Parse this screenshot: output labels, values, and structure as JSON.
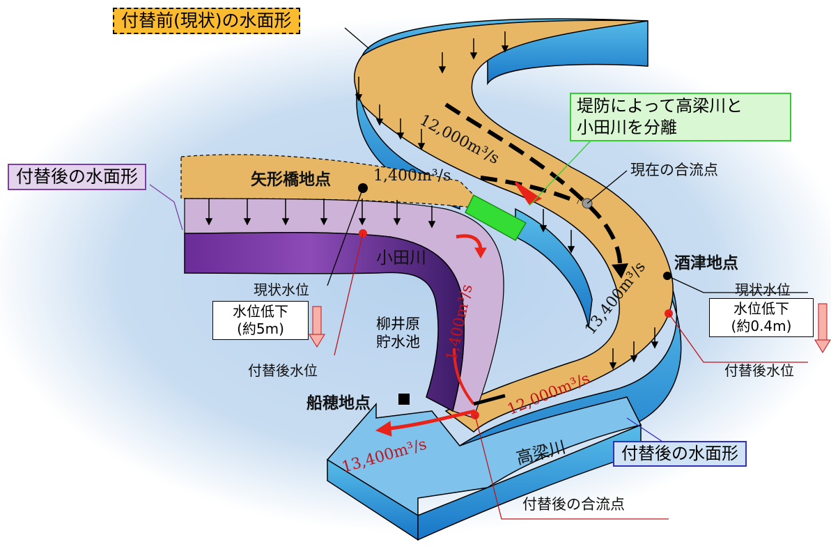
{
  "labels": {
    "before_surface": "付替前(現状)の水面形",
    "after_surface_left": "付替後の水面形",
    "after_surface_right": "付替後の水面形",
    "separation_line1": "堤防によって高梁川と",
    "separation_line2": "小田川を分離",
    "current_confluence": "現在の合流点",
    "yakatabashi": "矢形橋地点",
    "sakazu": "酒津地点",
    "funao": "船穂地点",
    "oda_river": "小田川",
    "takahashi_river": "高梁川",
    "reservoir_line1": "柳井原",
    "reservoir_line2": "貯水池",
    "current_level_left": "現状水位",
    "current_level_right": "現状水位",
    "drop_left_line1": "水位低下",
    "drop_left_line2": "(約5m)",
    "drop_right_line1": "水位低下",
    "drop_right_line2": "(約0.4m)",
    "after_level_left": "付替後水位",
    "after_level_right": "付替後水位",
    "new_confluence": "付替後の合流点"
  },
  "flows": {
    "upper_main": "12,000m³/s",
    "oda_before": "1,400m³/s",
    "after_confluence_current": "13,400m³/s",
    "oda_after": "1,400m³/s",
    "main_after": "12,000m³/s",
    "downstream": "13,400m³/s"
  },
  "colors": {
    "surface_before": "#e7b765",
    "oda_channel": "#7b3fa3",
    "oda_surface": "#cdb3d8",
    "river_wall": "#2a9ad8",
    "background_ellipse": "#c4daf0",
    "separation_box": "#33cc33",
    "flow_arrow_red": "#e8231a"
  }
}
